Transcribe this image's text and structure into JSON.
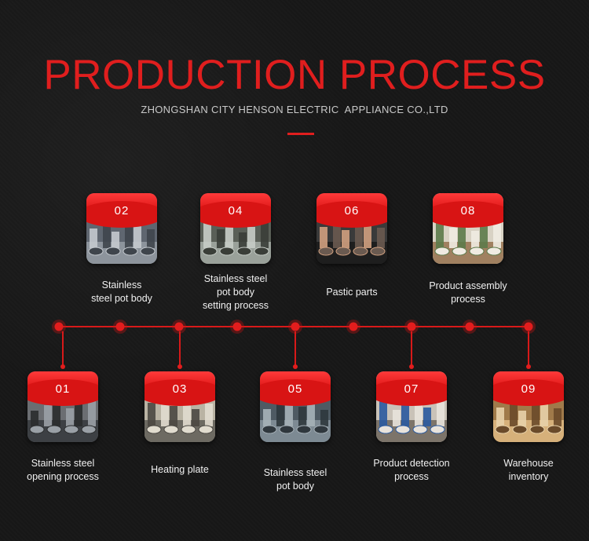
{
  "title": "PRODUCTION PROCESS",
  "subtitle": "ZHONGSHAN CITY HENSON ELECTRIC  APPLIANCE CO.,LTD",
  "colors": {
    "accent": "#e01e1e",
    "background": "#171717",
    "text": "#f0f0f0"
  },
  "steps": [
    {
      "num": "01",
      "lines": [
        "Stainless steel",
        "opening process"
      ],
      "photo": "factory-machine-photo"
    },
    {
      "num": "02",
      "lines": [
        "Stainless",
        "steel pot body"
      ],
      "photo": "pot-bodies-photo"
    },
    {
      "num": "03",
      "lines": [
        "Heating plate"
      ],
      "photo": "heating-plate-photo"
    },
    {
      "num": "04",
      "lines": [
        "Stainless steel",
        "pot body",
        "setting process"
      ],
      "photo": "pot-setting-photo"
    },
    {
      "num": "05",
      "lines": [
        "Stainless steel",
        "pot body"
      ],
      "photo": "pot-workshop-photo"
    },
    {
      "num": "06",
      "lines": [
        "Pastic parts"
      ],
      "photo": "plastic-parts-photo"
    },
    {
      "num": "07",
      "lines": [
        "Product detection",
        "process"
      ],
      "photo": "detection-photo"
    },
    {
      "num": "08",
      "lines": [
        "Product assembly",
        "process"
      ],
      "photo": "assembly-photo"
    },
    {
      "num": "09",
      "lines": [
        "Warehouse",
        "inventory"
      ],
      "photo": "warehouse-photo"
    }
  ]
}
